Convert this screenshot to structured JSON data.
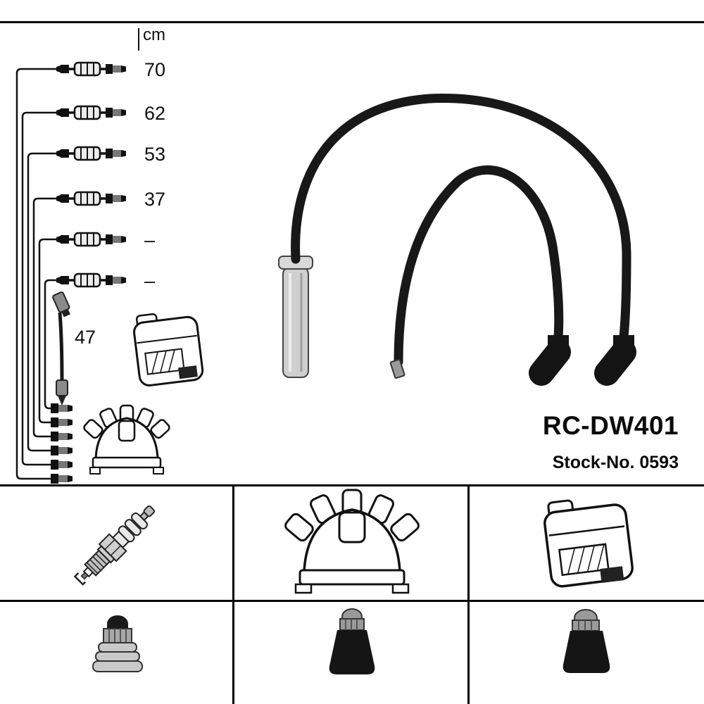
{
  "product": {
    "part_number": "RC-DW401",
    "stock_line": "Stock-No. 0593"
  },
  "length_diagram": {
    "unit_label": "cm",
    "cable_lengths": [
      "70",
      "62",
      "53",
      "37",
      "–",
      "–"
    ],
    "coil_wire_length": "47"
  },
  "icons": {
    "ignition_coil": "ignition-coil-icon",
    "distributor_cap": "distributor-cap-icon",
    "spark_plug": "spark-plug-icon",
    "boot_cylindrical": "cylindrical-boot-icon",
    "boot_conical": "conical-boot-icon",
    "ignition_wires": "ignition-wire-set-drawing"
  },
  "colors": {
    "background": "#ffffff",
    "line": "#111111",
    "wire": "#181818",
    "metal_gray": "#c8c8c8",
    "grid_line": "#000000"
  }
}
